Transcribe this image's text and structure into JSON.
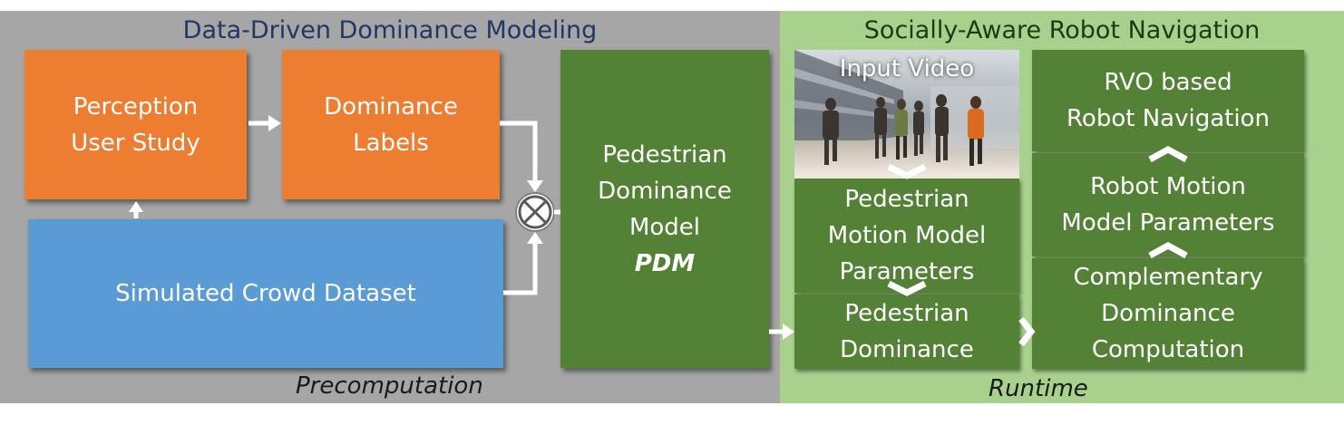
{
  "sections": {
    "left_title": "Data-Driven Dominance Modeling",
    "right_title": "Socially-Aware Robot Navigation",
    "left_caption": "Precomputation",
    "right_caption": "Runtime"
  },
  "nodes": {
    "perception": {
      "line1": "Perception",
      "line2": "User Study"
    },
    "labels": {
      "line1": "Dominance",
      "line2": "Labels"
    },
    "dataset": {
      "line1": "Simulated Crowd Dataset"
    },
    "model": {
      "line1": "Pedestrian",
      "line2": "Dominance",
      "line3": "Model",
      "line4": "PDM"
    },
    "video": {
      "line1": "Input Video"
    },
    "ped_params": {
      "line1": "Pedestrian",
      "line2": "Motion Model",
      "line3": "Parameters"
    },
    "ped_dominance": {
      "line1": "Pedestrian",
      "line2": "Dominance"
    },
    "rvo": {
      "line1": "RVO based",
      "line2": "Robot Navigation"
    },
    "robot_params": {
      "line1": "Robot Motion",
      "line2": "Model Parameters"
    },
    "complementary": {
      "line1": "Complementary",
      "line2": "Dominance",
      "line3": "Computation"
    }
  },
  "colors": {
    "orange": "#ed7d31",
    "blue": "#5b9bd5",
    "green": "#538135",
    "gray_panel": "#a6a6a6",
    "light_green_panel": "#a9d18e",
    "left_title": "#1f3864"
  }
}
